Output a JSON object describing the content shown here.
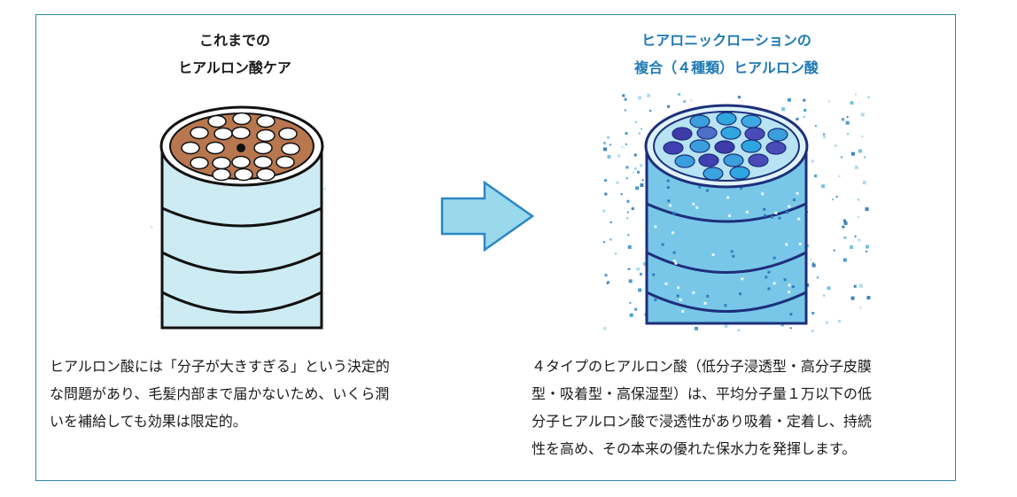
{
  "left_panel": {
    "title_lines": [
      "これまでの",
      "ヒアルロン酸ケア"
    ],
    "description_lines": [
      "ヒアルロン酸には「分子が大きすぎる」という決定的",
      "な問題があり、毛髪内部まで届かないため、いくら潤",
      "いを補給しても効果は限定的。"
    ]
  },
  "right_panel": {
    "title_lines": [
      "ヒアロニックローションの",
      "複合（４種類）ヒアルロン酸"
    ],
    "description_lines": [
      "４タイプのヒアルロン酸（低分子浸透型・高分子皮膜",
      "型・吸着型・高保湿型）は、平均分子量１万以下の低",
      "分子ヒアルロン酸で浸透性があり吸着・定着し、持続",
      "性を高め、その本来の優れた保水力を発揮します。"
    ]
  },
  "colors": {
    "frame_border": "#2f8aa8",
    "right_title": "#1f7ab5",
    "arrow_fill": "#9ad8ec",
    "arrow_stroke": "#2b87c4",
    "left_hair_body": "#cdebf3",
    "left_hair_core": "#b9774f",
    "right_hair_body": "#78c7e8",
    "right_hair_outline": "#1d2f7a"
  },
  "icons": [
    "hair-cross-section-illustration",
    "right-arrow-icon",
    "hair-cross-section-hyaluronic-illustration"
  ]
}
